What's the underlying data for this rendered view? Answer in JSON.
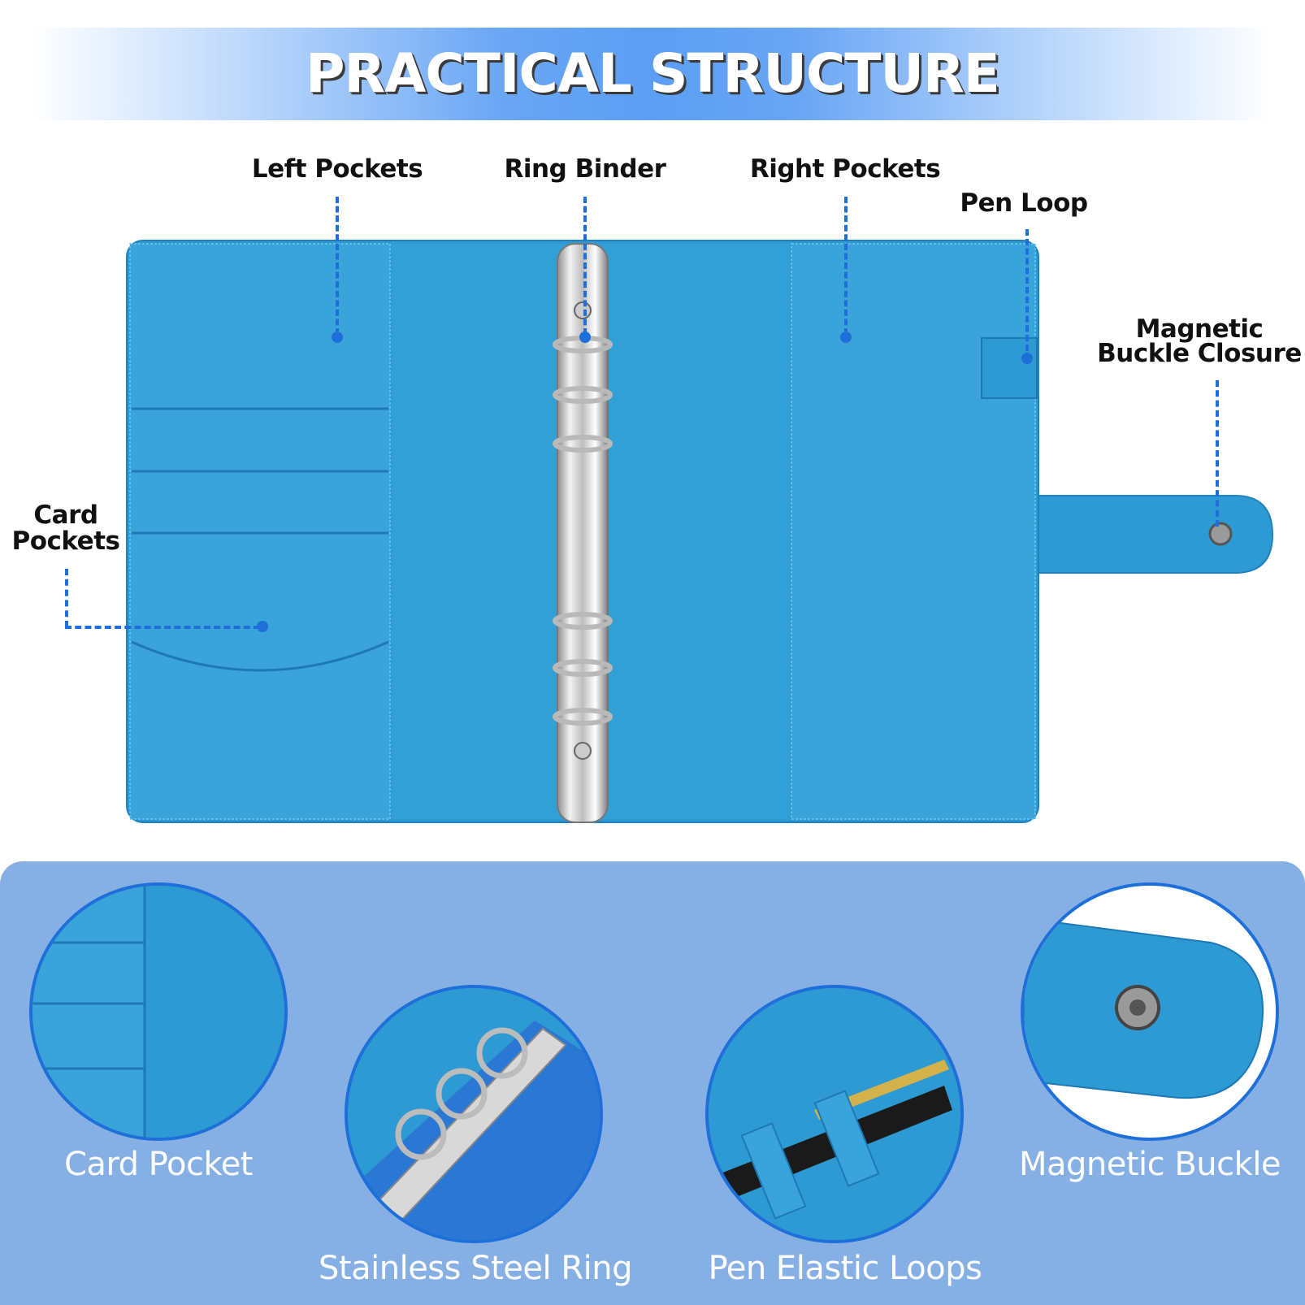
{
  "title": "PRACTICAL STRUCTURE",
  "callouts": {
    "left_pockets": "Left Pockets",
    "ring_binder": "Ring Binder",
    "right_pockets": "Right Pockets",
    "pen_loop": "Pen Loop",
    "magnetic_closure_line1": "Magnetic",
    "magnetic_closure_line2": "Buckle Closure",
    "card_pockets_line1": "Card",
    "card_pockets_line2": "Pockets"
  },
  "features": [
    {
      "label": "Card Pocket"
    },
    {
      "label": "Stainless Steel Ring"
    },
    {
      "label": "Pen Elastic Loops"
    },
    {
      "label": "Magnetic Buckle"
    }
  ],
  "colors": {
    "accent": "#1f6fd9",
    "binder_blue": "#2e9ad3",
    "panel": "#86b0e4"
  }
}
